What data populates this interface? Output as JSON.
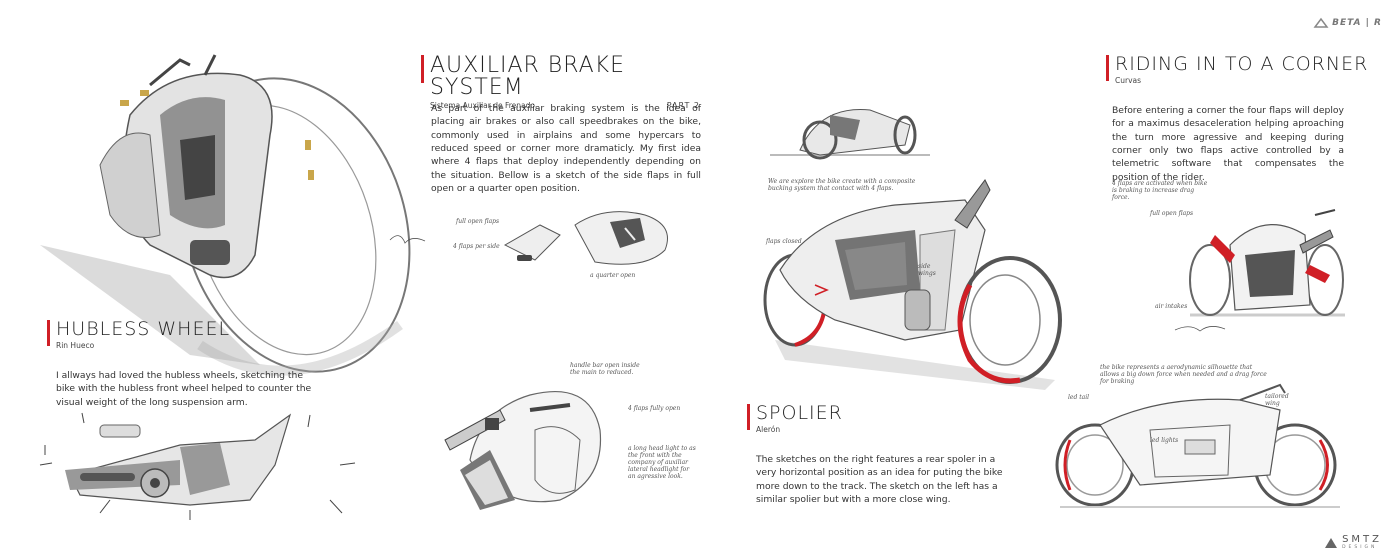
{
  "brand_top": {
    "label": "BETA | R"
  },
  "brand_bottom": {
    "name": "SMTZ",
    "sub": "DESIGN"
  },
  "auxiliar": {
    "title": "AUXILIAR BRAKE SYSTEM",
    "subtitle": "Sistema Auxiliar de Frenado.",
    "part": "PART 2",
    "body": "As part of the auxiliar braking system is the idea of placing air brakes or also call speedbrakes on the bike, commonly used in airplains and some hypercars to reduced speed or corner more dramaticly. My first idea where 4 flaps that deploy independently depending on the situation. Bellow is a sketch of the side flaps in full open or a quarter open position."
  },
  "hubless": {
    "title": "HUBLESS WHEEL",
    "subtitle": "Rin Hueco",
    "body": "I allways had loved the hubless wheels, sketching the bike with the hubless front wheel helped  to counter the visual weight of the long suspension arm."
  },
  "corner": {
    "title": "RIDING IN TO A CORNER",
    "subtitle": "Curvas",
    "body": "Before entering a corner the four flaps will deploy for a maximus desaceleration helping aproaching the turn more agressive and keeping during corner only two flaps active controlled by a telemetric software that compensates the position of the rider."
  },
  "spoiler": {
    "title": "SPOLIER",
    "subtitle": "Alerón",
    "body": "The sketches on the right features a rear spoler in a very horizontal position as an idea for puting the bike more down to the track. The sketch on the left has a similar spolier but with a more close wing."
  },
  "sketch_notes": {
    "full_open": "full open flaps",
    "flaps_per_side": "4 flaps per side",
    "quarter_open": "a quarter open",
    "handle_bar": "handle bar open inside the main to reduced.",
    "flaps_fully_open": "4 flaps fully open",
    "long_head_light": "a long head light to as the front with the company of auxiliar lateral headlight for an agressive look.",
    "we_explore": "We are explore the bike create with a composite bucking system that contact with 4 flaps.",
    "flaps_closed": "flaps closed",
    "side_wings": "side wings",
    "flaps_activated": "4 flaps are activated when bike is braking to increase drag force.",
    "full_open_flaps_right": "full open flaps",
    "air_intakes": "air intakes",
    "aerodynamic": "the bike represents a aerodynamic silhouette that allows a big down force when needed and a drag force for braking",
    "led_tail": "led tail",
    "led_lights": "led lights",
    "tailored_wing": "tailored wing"
  },
  "colors": {
    "accent": "#d01f26",
    "text": "#222222",
    "sketch": "#6a6a6a"
  }
}
